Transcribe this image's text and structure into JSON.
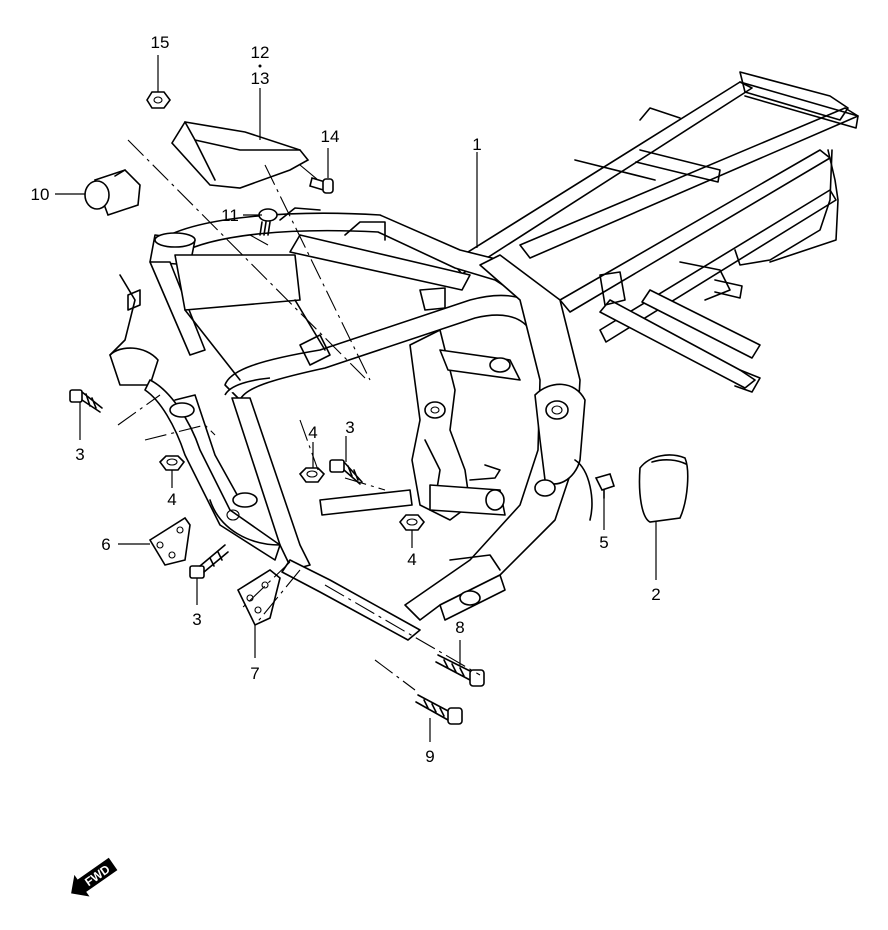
{
  "callouts": [
    {
      "id": "1",
      "text": "1"
    },
    {
      "id": "2",
      "text": "2"
    },
    {
      "id": "3a",
      "text": "3"
    },
    {
      "id": "3b",
      "text": "3"
    },
    {
      "id": "3c",
      "text": "3"
    },
    {
      "id": "4a",
      "text": "4"
    },
    {
      "id": "4b",
      "text": "4"
    },
    {
      "id": "4c",
      "text": "4"
    },
    {
      "id": "5",
      "text": "5"
    },
    {
      "id": "6",
      "text": "6"
    },
    {
      "id": "7",
      "text": "7"
    },
    {
      "id": "8",
      "text": "8"
    },
    {
      "id": "9",
      "text": "9"
    },
    {
      "id": "10",
      "text": "10"
    },
    {
      "id": "11",
      "text": "11"
    },
    {
      "id": "12",
      "text": "12"
    },
    {
      "id": "13",
      "text": "13"
    },
    {
      "id": "14",
      "text": "14"
    },
    {
      "id": "15",
      "text": "15"
    }
  ],
  "fwd_badge": {
    "text": "FWD"
  },
  "colors": {
    "line": "#000000",
    "background": "#ffffff"
  }
}
